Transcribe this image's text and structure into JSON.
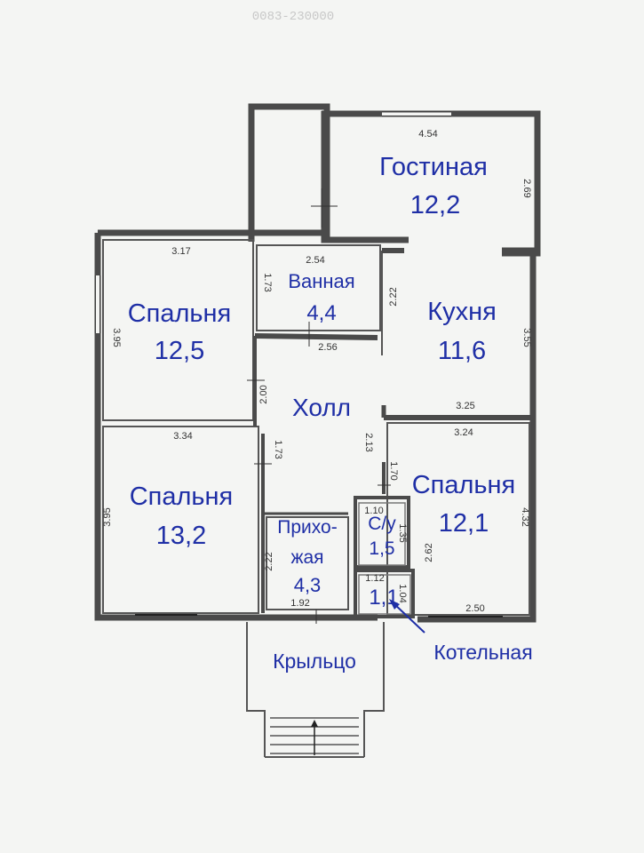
{
  "header": {
    "stamp": "0083-230000"
  },
  "rooms": {
    "living": {
      "name": "Гостиная",
      "area": "12,2"
    },
    "bath": {
      "name": "Ванная",
      "area": "4,4"
    },
    "kitchen": {
      "name": "Кухня",
      "area": "11,6"
    },
    "bedroom1": {
      "name": "Спальня",
      "area": "12,5"
    },
    "hall": {
      "name": "Холл"
    },
    "bedroom2": {
      "name": "Спальня",
      "area": "13,2"
    },
    "bedroom3": {
      "name": "Спальня",
      "area": "12,1"
    },
    "entry": {
      "name1": "Прихо-",
      "name2": "жая",
      "area": "4,3"
    },
    "wc": {
      "name": "С/у",
      "area": "1,5"
    },
    "boiler": {
      "area": "1,1",
      "callout": "Котельная"
    },
    "porch": {
      "name": "Крыльцо"
    }
  },
  "dims": {
    "d454": "4.54",
    "d269": "2.69",
    "d317": "3.17",
    "d254": "2.54",
    "d173": "1.73",
    "d222a": "2.22",
    "d395a": "3.95",
    "d256": "2.56",
    "d355": "3.55",
    "d200": "2.00",
    "d325": "3.25",
    "d334": "3.34",
    "d324": "3.24",
    "d213": "2.13",
    "d173b": "1.73",
    "d170": "1.70",
    "d395b": "3.95",
    "d110": "1.10",
    "d135": "1.35",
    "d432": "4.32",
    "d222b": "2.22",
    "d262": "2.62",
    "d112": "1.12",
    "d104": "1.04",
    "d192": "1.92",
    "d250": "2.50"
  }
}
